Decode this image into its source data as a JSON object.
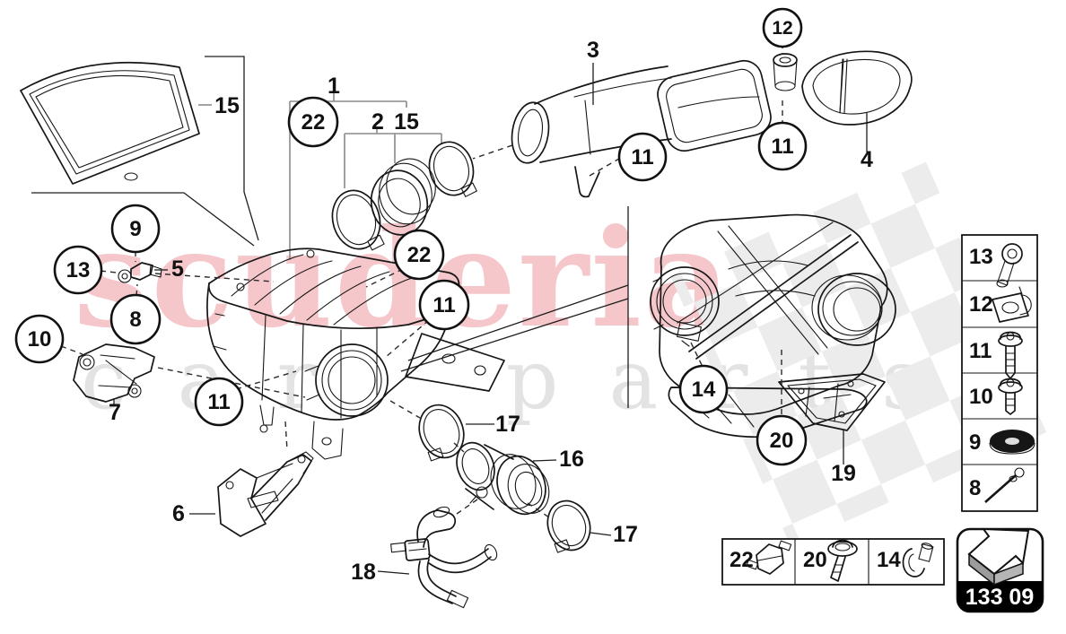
{
  "watermark": {
    "brand": "scuderia",
    "tagline": "car parts",
    "brand_color": "#f5c6ca",
    "tagline_color": "#e3e3e3",
    "checker_color": "#ececec"
  },
  "diagram": {
    "callouts": [
      {
        "id": "22-kit",
        "label": "22"
      },
      {
        "id": "11-duct",
        "label": "11"
      },
      {
        "id": "12-intake-bolt",
        "label": "12"
      },
      {
        "id": "11-intake",
        "label": "11"
      },
      {
        "id": "9-bracket",
        "label": "9"
      },
      {
        "id": "13-bracket",
        "label": "13"
      },
      {
        "id": "8-bracket",
        "label": "8"
      },
      {
        "id": "10-sensor",
        "label": "10"
      },
      {
        "id": "11-housing-left",
        "label": "11"
      },
      {
        "id": "22-housing",
        "label": "22"
      },
      {
        "id": "11-housing-right",
        "label": "11"
      },
      {
        "id": "14-clip",
        "label": "14"
      },
      {
        "id": "20-cover-screw",
        "label": "20"
      }
    ],
    "part_labels": [
      {
        "id": "15-filter",
        "label": "15"
      },
      {
        "id": "1-kit",
        "label": "1"
      },
      {
        "id": "2-clamps",
        "label": "2"
      },
      {
        "id": "15-sleeve",
        "label": "15"
      },
      {
        "id": "3-duct",
        "label": "3"
      },
      {
        "id": "4-intake",
        "label": "4"
      },
      {
        "id": "5-bracket",
        "label": "5"
      },
      {
        "id": "7-sensor",
        "label": "7"
      },
      {
        "id": "6-bracket",
        "label": "6"
      },
      {
        "id": "18-hose",
        "label": "18"
      },
      {
        "id": "16-bellows",
        "label": "16"
      },
      {
        "id": "17-upper",
        "label": "17"
      },
      {
        "id": "17-lower",
        "label": "17"
      },
      {
        "id": "19-cover",
        "label": "19"
      }
    ]
  },
  "legend_right": {
    "rows": [
      {
        "num": "13",
        "icon": "torx-screw-icon"
      },
      {
        "num": "12",
        "icon": "clip-nut-icon"
      },
      {
        "num": "11",
        "icon": "flange-bolt-long-icon"
      },
      {
        "num": "10",
        "icon": "flange-bolt-short-icon"
      },
      {
        "num": "9",
        "icon": "seal-washer-icon"
      },
      {
        "num": "8",
        "icon": "rivet-pin-icon"
      }
    ]
  },
  "legend_bottom": {
    "cells": [
      {
        "num": "22",
        "icon": "rubber-mount-icon"
      },
      {
        "num": "20",
        "icon": "plastic-nut-icon"
      },
      {
        "num": "14",
        "icon": "spring-clip-icon"
      }
    ]
  },
  "section_box": {
    "code": "133 09",
    "icon": "section-arrow-icon"
  }
}
